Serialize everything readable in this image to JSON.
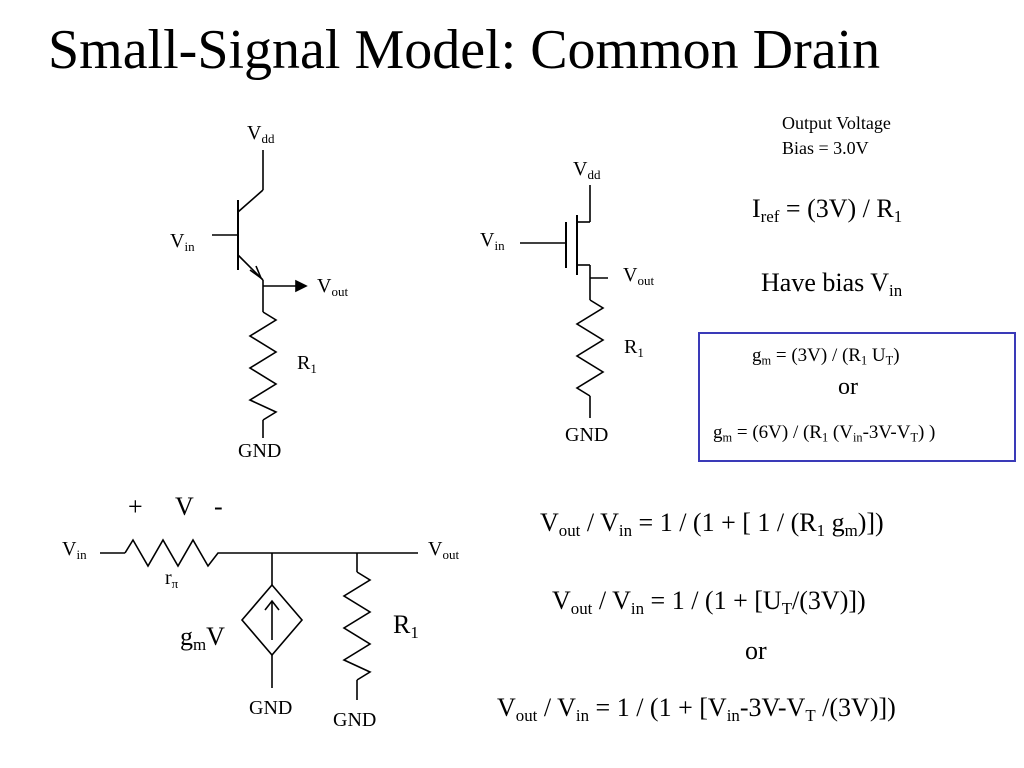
{
  "title": "Small-Signal Model: Common Drain",
  "note": {
    "line1": "Output Voltage",
    "line2": "Bias = 3.0V"
  },
  "colors": {
    "box_border": "#3a3ab8",
    "ink": "#000000"
  },
  "bjt": {
    "vdd": "V",
    "vdd_sub": "dd",
    "vin": "V",
    "vin_sub": "in",
    "vout": "V",
    "vout_sub": "out",
    "r1": "R",
    "r1_sub": "1",
    "gnd": "GND"
  },
  "mos": {
    "vdd": "V",
    "vdd_sub": "dd",
    "vin": "V",
    "vin_sub": "in",
    "vout": "V",
    "vout_sub": "out",
    "r1": "R",
    "r1_sub": "1",
    "gnd": "GND"
  },
  "iref": {
    "a": "I",
    "a_sub": "ref",
    "b": " = (3V) / R",
    "b_sub": "1"
  },
  "bias": {
    "a": "Have bias V",
    "a_sub": "in"
  },
  "gm_box": {
    "eq1": {
      "p1": "g",
      "s1": "m",
      "p2": " = (3V) / (R",
      "s2": "1",
      "p3": " U",
      "s3": "T",
      "p4": ")"
    },
    "or": "or",
    "eq2": {
      "p1": "g",
      "s1": "m",
      "p2": " = (6V) / (R",
      "s2": "1",
      "p3": " (V",
      "s3": "in",
      "p4": "-3V-V",
      "s4": "T",
      "p5": ") )"
    }
  },
  "small_signal": {
    "plus": "+",
    "v": "V",
    "minus": "-",
    "vin": "V",
    "vin_sub": "in",
    "vout": "V",
    "vout_sub": "out",
    "rpi": "r",
    "rpi_sub": "π",
    "gmv_a": "g",
    "gmv_sub": "m",
    "gmv_b": "V",
    "r1": "R",
    "r1_sub": "1",
    "gnd1": "GND",
    "gnd2": "GND"
  },
  "equations": {
    "e1": {
      "p1": "V",
      "s1": "out",
      "p2": " / V",
      "s2": "in",
      "p3": " = 1 / (1 + [ 1 / (R",
      "s3": "1",
      "p4": " g",
      "s4": "m",
      "p5": ")])"
    },
    "e2": {
      "p1": "V",
      "s1": "out",
      "p2": " / V",
      "s2": "in",
      "p3": " = 1 / (1 + [U",
      "s3": "T",
      "p4": "/(3V)])"
    },
    "or": "or",
    "e3": {
      "p1": "V",
      "s1": "out",
      "p2": " / V",
      "s2": "in",
      "p3": " = 1 / (1 + [V",
      "s3": "in",
      "p4": "-3V-V",
      "s4": "T",
      "p5": " /(3V)])"
    }
  }
}
